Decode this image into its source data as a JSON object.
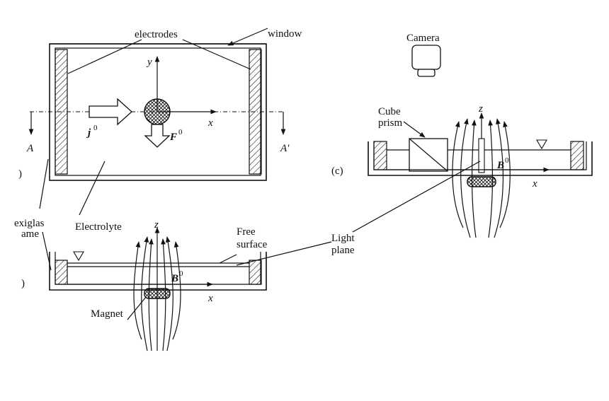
{
  "labels": {
    "electrodes": "electrodes",
    "window": "window",
    "camera": "Camera",
    "cube_prism_line1": "Cube",
    "cube_prism_line2": "prism",
    "plexiglas_line1": "exiglas",
    "plexiglas_line2": "ame",
    "electrolyte": "Electrolyte",
    "free_surface_line1": "Free",
    "free_surface_line2": "surface",
    "light_plane_line1": "Light",
    "light_plane_line2": "plane",
    "magnet": "Magnet",
    "panel_c": "(c)",
    "panel_a_partial": ")",
    "panel_b_partial": ")"
  },
  "symbols": {
    "x": "x",
    "y": "y",
    "z": "z",
    "A": "A",
    "A_prime": "A′",
    "j": "j",
    "F": "F",
    "B": "B",
    "zero": "0"
  }
}
